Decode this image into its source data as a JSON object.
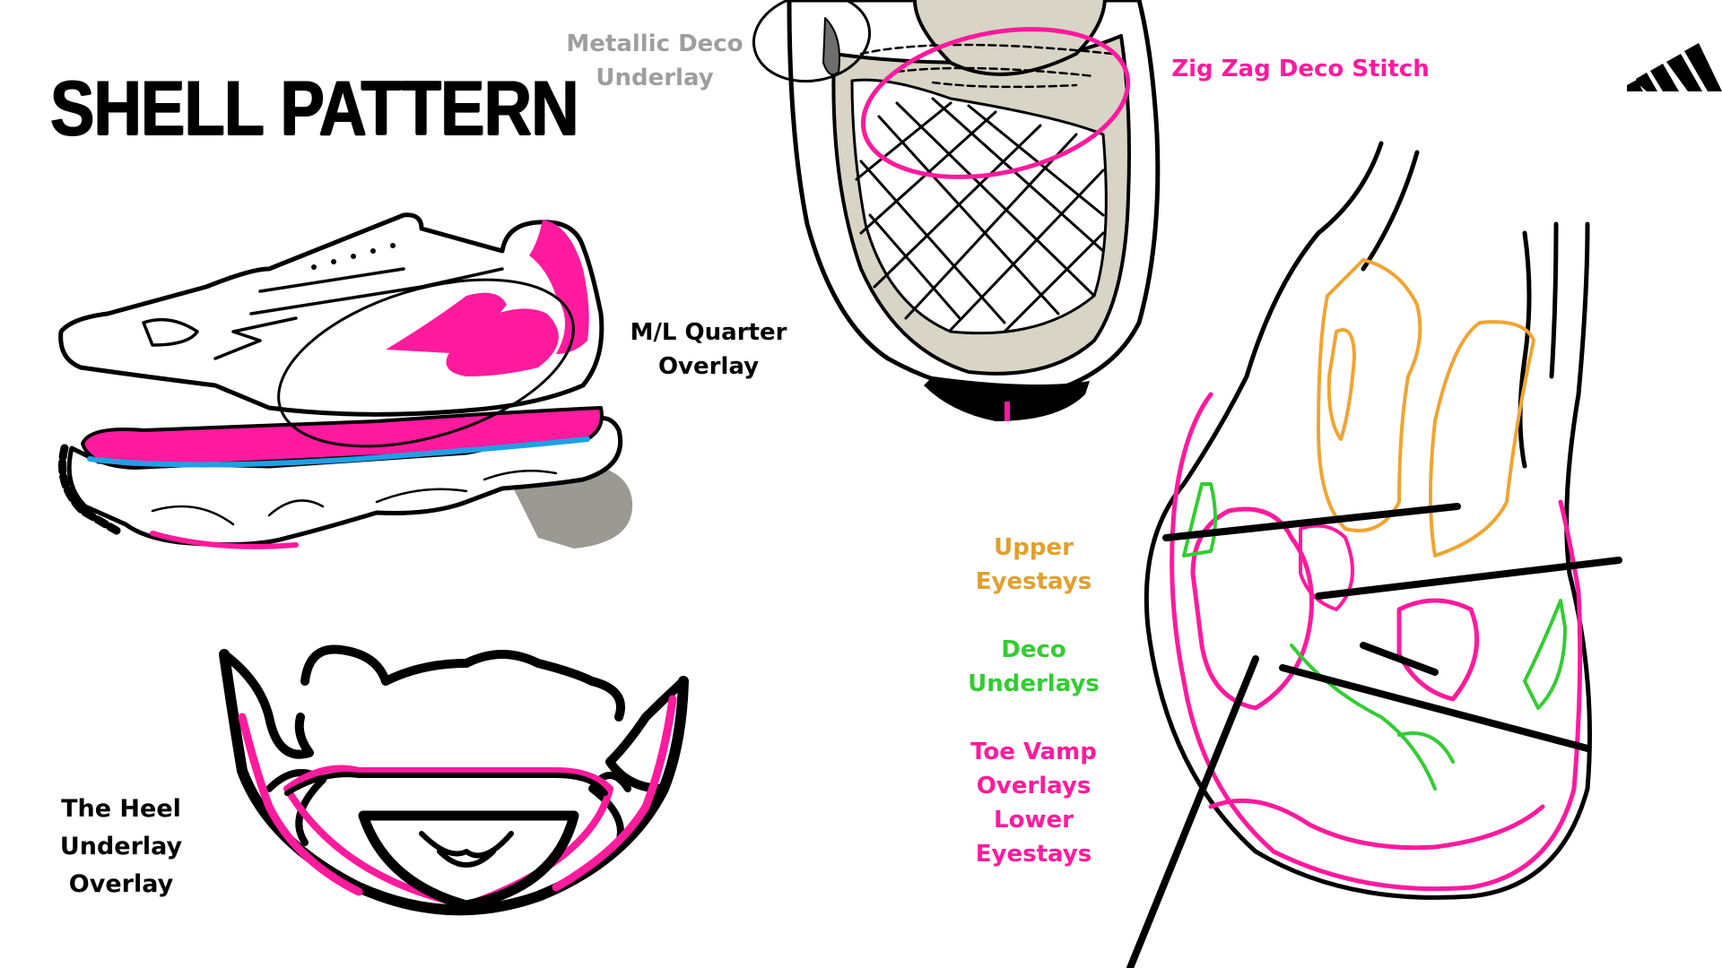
{
  "title": "SHELL PATTERN",
  "labels": {
    "metallic": [
      "Metallic Deco",
      "Underlay"
    ],
    "zigzag": [
      "Zig Zag Deco Stitch"
    ],
    "ml_quarter": [
      "M/L Quarter",
      "Overlay"
    ],
    "heel": [
      "The Heel",
      "Underlay",
      "Overlay"
    ],
    "upper_eyestays": [
      "Upper",
      "Eyestays"
    ],
    "deco_underlays": [
      "Deco",
      "Underlays"
    ],
    "toe_vamp": [
      "Toe Vamp",
      "Overlays",
      "Lower",
      "Eyestays"
    ]
  },
  "colors": {
    "black": "#000000",
    "pink": "#ff1a9e",
    "gray_label": "#9e9e9e",
    "orange": "#f0a431",
    "green": "#33cc33",
    "blue": "#1ea0e6",
    "beige": "#d8d4c6",
    "sole_gray": "#9a9a93"
  },
  "icons": [
    "adidas-logo-icon"
  ]
}
